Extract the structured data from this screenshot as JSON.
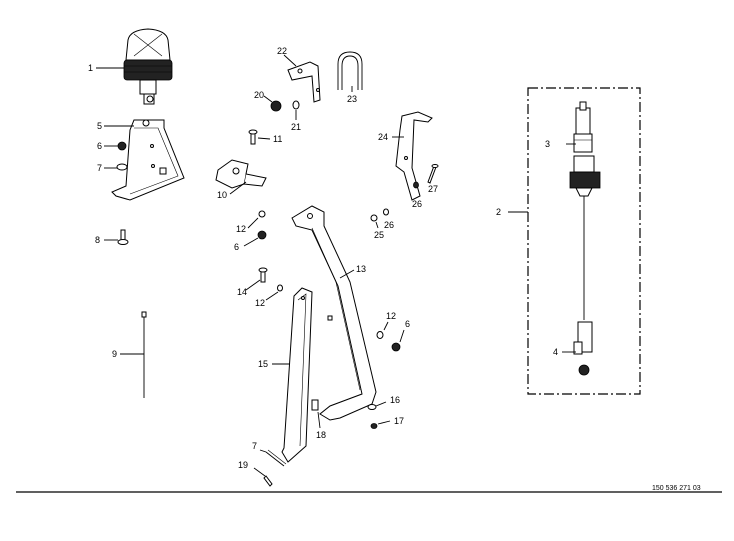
{
  "drawing": {
    "id": "150 536 271 03",
    "callouts": {
      "c1": "1",
      "c2": "2",
      "c3": "3",
      "c4": "4",
      "c5": "5",
      "c6a": "6",
      "c6b": "6",
      "c6c": "6",
      "c7a": "7",
      "c7b": "7",
      "c8": "8",
      "c9": "9",
      "c10": "10",
      "c11": "11",
      "c12a": "12",
      "c12b": "12",
      "c12c": "12",
      "c13": "13",
      "c14": "14",
      "c15": "15",
      "c16": "16",
      "c17": "17",
      "c18": "18",
      "c19": "19",
      "c20": "20",
      "c21": "21",
      "c22": "22",
      "c23": "23",
      "c24": "24",
      "c25": "25",
      "c26": "26",
      "c27": "27"
    }
  },
  "colors": {
    "ink": "#000000",
    "paper": "#ffffff"
  }
}
